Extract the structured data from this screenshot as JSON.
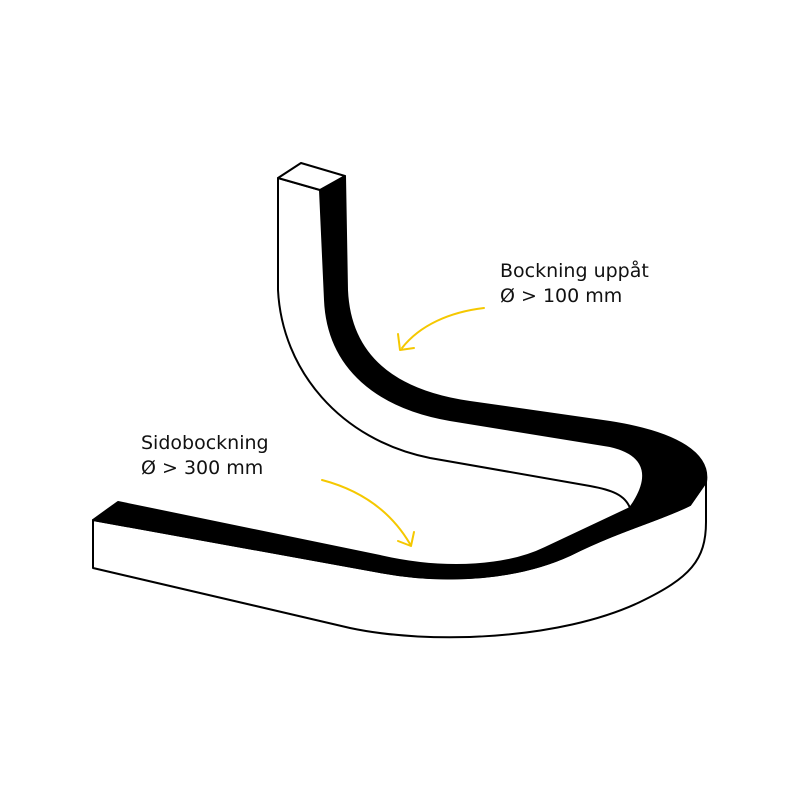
{
  "labels": {
    "upward": {
      "title": "Bockning uppåt",
      "value": "Ø > 100 mm"
    },
    "side": {
      "title": "Sidobockning",
      "value": "Ø > 300 mm"
    }
  },
  "colors": {
    "arrow": "#f5c800",
    "stroke": "#000000",
    "fill": "#ffffff"
  }
}
